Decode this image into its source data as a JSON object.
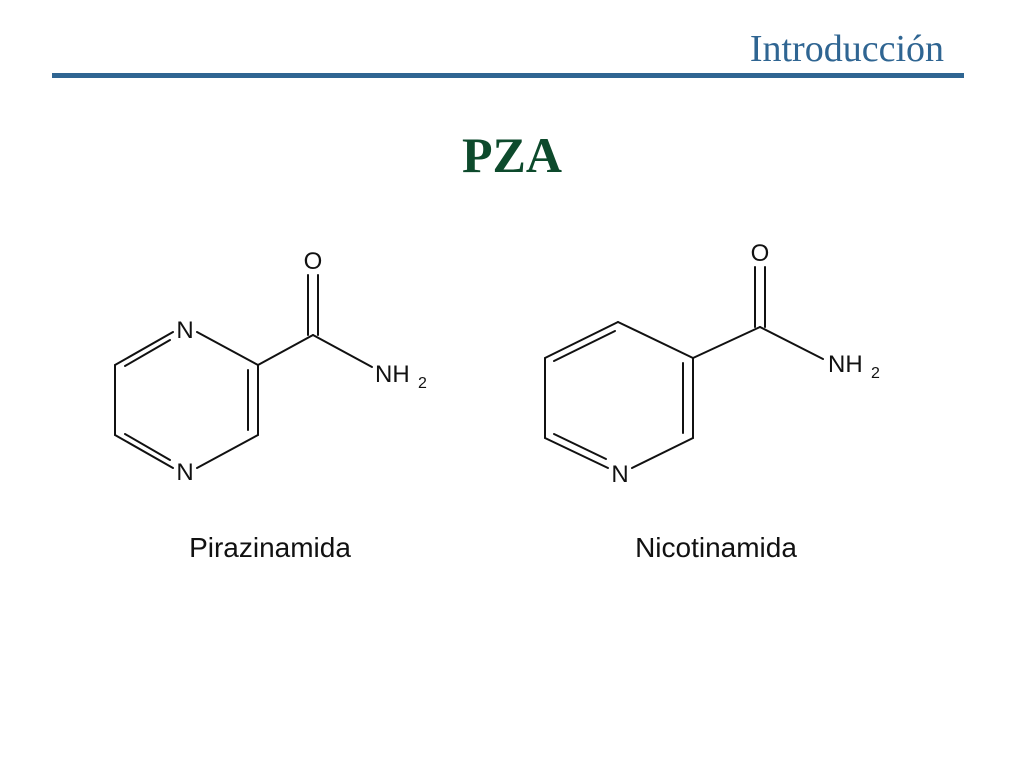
{
  "header": {
    "section": "Introducción"
  },
  "slide": {
    "title": "PZA"
  },
  "molecules": [
    {
      "name": "Pirazinamida",
      "atoms": {
        "oxygen": "O",
        "ring_n_top": "N",
        "ring_n_bottom": "N",
        "amine": "NH",
        "amine_sub": "2"
      }
    },
    {
      "name": "Nicotinamida",
      "atoms": {
        "oxygen": "O",
        "ring_n": "N",
        "amine": "NH",
        "amine_sub": "2"
      }
    }
  ]
}
